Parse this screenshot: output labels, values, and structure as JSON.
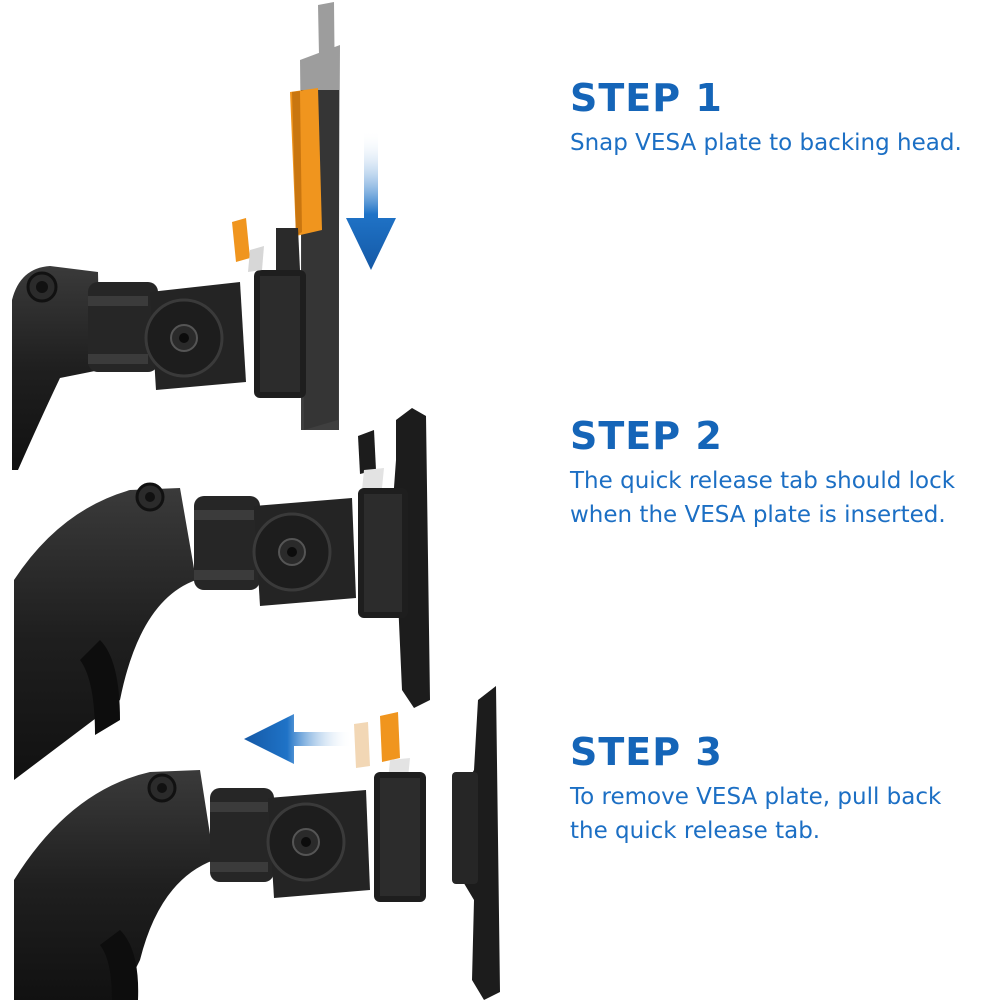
{
  "colors": {
    "title": "#1565b8",
    "text": "#1c6fc4",
    "arm": "#1f1f1f",
    "arm_dark": "#111111",
    "arm_light": "#3a3a3a",
    "tab_orange": "#f0951e",
    "tab_light": "#f2d7b5",
    "arrow": "#1f73c7"
  },
  "icons": {
    "down_arrow": "arrow-down-icon",
    "left_arrow": "arrow-left-icon"
  },
  "steps": [
    {
      "title": "STEP 1",
      "description": "Snap VESA plate to backing head."
    },
    {
      "title": "STEP 2",
      "description": "The quick release tab should lock\nwhen the VESA plate is inserted."
    },
    {
      "title": "STEP 3",
      "description": "To remove VESA plate, pull back\nthe quick release tab."
    }
  ]
}
